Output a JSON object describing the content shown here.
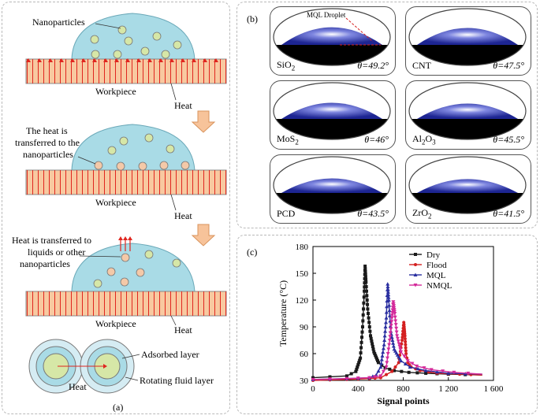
{
  "panel_a": {
    "label": "(a)",
    "stage1": {
      "nanoparticles_label": "Nanoparticles",
      "workpiece_label": "Workpiece",
      "heat_label": "Heat"
    },
    "stage2": {
      "text_line1": "The heat is",
      "text_line2": "transferred to the",
      "text_line3": "nanoparticles",
      "workpiece_label": "Workpiece",
      "heat_label": "Heat"
    },
    "stage3": {
      "text_line1": "Heat is transferred to",
      "text_line2": "liquids or other",
      "text_line3": "nanoparticles",
      "workpiece_label": "Workpiece",
      "heat_label": "Heat"
    },
    "stage4": {
      "adsorbed_label": "Adsorbed layer",
      "rotating_label": "Rotating fluid layer",
      "heat_label": "Heat"
    }
  },
  "panel_b": {
    "label": "(b)",
    "droplet_label": "MQL Droplet",
    "tiles": [
      {
        "material": "SiO",
        "sub": "2",
        "angle": "θ=49.2°"
      },
      {
        "material": "CNT",
        "sub": "",
        "angle": "θ=47.5°"
      },
      {
        "material": "MoS",
        "sub": "2",
        "angle": "θ=46°"
      },
      {
        "material": "Al",
        "sub": "2",
        "material2": "O",
        "sub2": "3",
        "angle": "θ=45.5°"
      },
      {
        "material": "PCD",
        "sub": "",
        "angle": "θ=43.5°"
      },
      {
        "material": "ZrO",
        "sub": "2",
        "angle": "θ=41.5°"
      }
    ]
  },
  "panel_c": {
    "label": "(c)",
    "chart_data": {
      "type": "line",
      "xlabel": "Signal points",
      "ylabel": "Temperature (°C)",
      "xlim": [
        0,
        1600
      ],
      "ylim": [
        30,
        180
      ],
      "xticks": [
        0,
        400,
        800,
        1200,
        1600
      ],
      "xtick_labels": [
        "0",
        "400",
        "800",
        "1 200",
        "1 600"
      ],
      "yticks": [
        30,
        60,
        90,
        120,
        150,
        180
      ],
      "legend_position": "top-right",
      "series": [
        {
          "name": "Dry",
          "color": "#1a1a1a",
          "marker": "square",
          "x": [
            0,
            300,
            380,
            420,
            440,
            455,
            462,
            470,
            485,
            510,
            540,
            580,
            640,
            720,
            850,
            1000,
            1200,
            1500
          ],
          "y": [
            33,
            35,
            40,
            55,
            90,
            130,
            158,
            140,
            110,
            80,
            62,
            50,
            44,
            41,
            39,
            38,
            37,
            36
          ]
        },
        {
          "name": "Flood",
          "color": "#d42020",
          "marker": "circle",
          "x": [
            0,
            300,
            500,
            600,
            700,
            760,
            790,
            805,
            815,
            825,
            840,
            870,
            950,
            1100,
            1300,
            1500
          ],
          "y": [
            30,
            31,
            32,
            33,
            40,
            50,
            75,
            95,
            80,
            60,
            50,
            45,
            41,
            38,
            37,
            36
          ]
        },
        {
          "name": "MQL",
          "color": "#2a2fa0",
          "marker": "triangle-up",
          "x": [
            0,
            300,
            500,
            560,
            600,
            630,
            650,
            662,
            672,
            690,
            720,
            780,
            860,
            1000,
            1200,
            1500
          ],
          "y": [
            31,
            32,
            33,
            36,
            45,
            70,
            100,
            138,
            120,
            85,
            65,
            52,
            45,
            41,
            38,
            37
          ]
        },
        {
          "name": "NMQL",
          "color": "#d42a9a",
          "marker": "triangle-down",
          "x": [
            0,
            300,
            500,
            600,
            650,
            680,
            700,
            712,
            725,
            745,
            780,
            840,
            920,
            1050,
            1250,
            1500
          ],
          "y": [
            31,
            32,
            33,
            35,
            45,
            75,
            100,
            118,
            105,
            80,
            62,
            52,
            46,
            42,
            39,
            37
          ]
        }
      ]
    }
  }
}
